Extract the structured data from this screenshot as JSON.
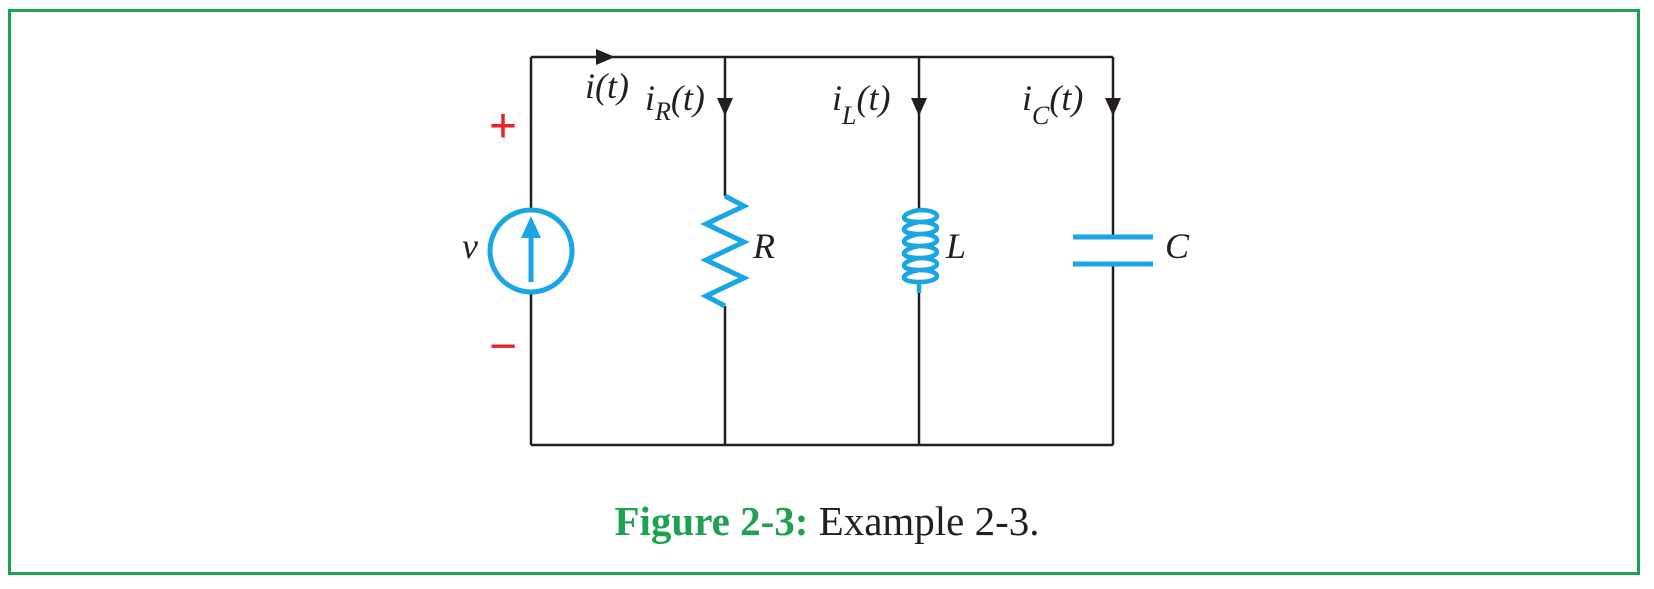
{
  "caption": {
    "figure_label": "Figure 2-3:",
    "text": "Example 2-3."
  },
  "circuit": {
    "source_label": "v",
    "source_plus": "+",
    "source_minus": "−",
    "total_current_label": "i(t)",
    "branches": [
      {
        "current_label": "iR(t)",
        "current_base": "i",
        "current_sub": "R",
        "current_tail": "(t)",
        "component": "resistor",
        "component_label": "R"
      },
      {
        "current_label": "iL(t)",
        "current_base": "i",
        "current_sub": "L",
        "current_tail": "(t)",
        "component": "inductor",
        "component_label": "L"
      },
      {
        "current_label": "iC(t)",
        "current_base": "i",
        "current_sub": "C",
        "current_tail": "(t)",
        "component": "capacitor",
        "component_label": "C"
      }
    ]
  },
  "colors": {
    "frame": "#1fa052",
    "wire": "#231f20",
    "component": "#1aa6e4",
    "sign": "#e8212b",
    "caption_label": "#1fa052"
  }
}
